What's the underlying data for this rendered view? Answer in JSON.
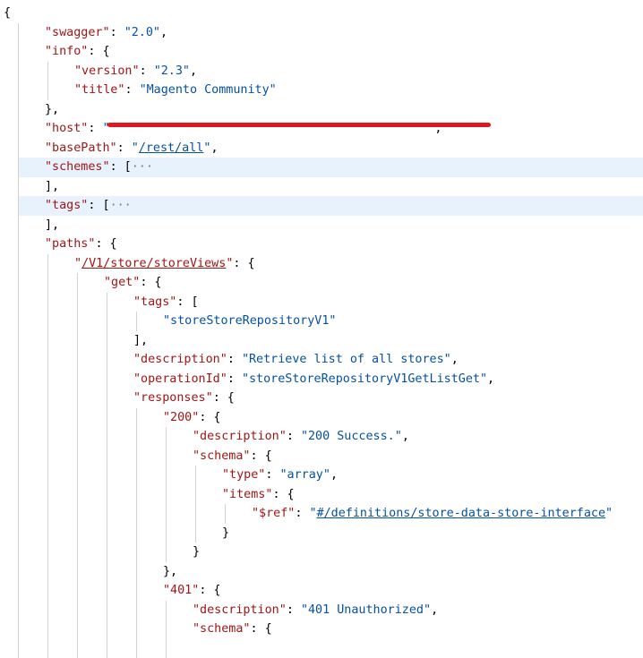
{
  "editor": {
    "lines": [
      {
        "indent": 0,
        "tokens": [
          {
            "t": "{",
            "c": "punc"
          }
        ]
      },
      {
        "indent": 1,
        "tokens": [
          {
            "t": "\"swagger\"",
            "c": "key"
          },
          {
            "t": ": ",
            "c": "punc"
          },
          {
            "t": "\"2.0\"",
            "c": "str"
          },
          {
            "t": ",",
            "c": "punc"
          }
        ]
      },
      {
        "indent": 1,
        "tokens": [
          {
            "t": "\"info\"",
            "c": "key"
          },
          {
            "t": ": {",
            "c": "punc"
          }
        ]
      },
      {
        "indent": 2,
        "tokens": [
          {
            "t": "\"version\"",
            "c": "key"
          },
          {
            "t": ": ",
            "c": "punc"
          },
          {
            "t": "\"2.3\"",
            "c": "str"
          },
          {
            "t": ",",
            "c": "punc"
          }
        ]
      },
      {
        "indent": 2,
        "tokens": [
          {
            "t": "\"title\"",
            "c": "key"
          },
          {
            "t": ": ",
            "c": "punc"
          },
          {
            "t": "\"Magento Community\"",
            "c": "str"
          }
        ]
      },
      {
        "indent": 1,
        "tokens": [
          {
            "t": "},",
            "c": "punc"
          }
        ]
      },
      {
        "indent": 1,
        "redacted": true,
        "tokens": [
          {
            "t": "\"host\"",
            "c": "key"
          },
          {
            "t": ": ",
            "c": "punc"
          },
          {
            "t": "\"",
            "c": "str"
          },
          {
            "t": "                                            ",
            "c": "ghost"
          },
          {
            "t": "\"",
            "c": "str"
          },
          {
            "t": ",",
            "c": "punc"
          }
        ]
      },
      {
        "indent": 1,
        "tokens": [
          {
            "t": "\"basePath\"",
            "c": "key"
          },
          {
            "t": ": ",
            "c": "punc"
          },
          {
            "t": "\"",
            "c": "str"
          },
          {
            "t": "/rest/all",
            "c": "link"
          },
          {
            "t": "\"",
            "c": "str"
          },
          {
            "t": ",",
            "c": "punc"
          }
        ]
      },
      {
        "indent": 1,
        "hl": true,
        "tokens": [
          {
            "t": "\"schemes\"",
            "c": "key"
          },
          {
            "t": ": [",
            "c": "punc"
          },
          {
            "t": "···",
            "c": "fold"
          }
        ]
      },
      {
        "indent": 1,
        "tokens": [
          {
            "t": "],",
            "c": "punc"
          }
        ]
      },
      {
        "indent": 1,
        "hl": true,
        "tokens": [
          {
            "t": "\"tags\"",
            "c": "key"
          },
          {
            "t": ": [",
            "c": "punc"
          },
          {
            "t": "···",
            "c": "fold"
          }
        ]
      },
      {
        "indent": 1,
        "tokens": [
          {
            "t": "],",
            "c": "punc"
          }
        ]
      },
      {
        "indent": 1,
        "tokens": [
          {
            "t": "\"paths\"",
            "c": "key"
          },
          {
            "t": ": {",
            "c": "punc"
          }
        ]
      },
      {
        "indent": 2,
        "tokens": [
          {
            "t": "\"",
            "c": "key"
          },
          {
            "t": "/V1/store/storeViews",
            "c": "linkkey"
          },
          {
            "t": "\"",
            "c": "key"
          },
          {
            "t": ": {",
            "c": "punc"
          }
        ]
      },
      {
        "indent": 3,
        "tokens": [
          {
            "t": "\"get\"",
            "c": "key"
          },
          {
            "t": ": {",
            "c": "punc"
          }
        ]
      },
      {
        "indent": 4,
        "tokens": [
          {
            "t": "\"tags\"",
            "c": "key"
          },
          {
            "t": ": [",
            "c": "punc"
          }
        ]
      },
      {
        "indent": 5,
        "tokens": [
          {
            "t": "\"storeStoreRepositoryV1\"",
            "c": "str"
          }
        ]
      },
      {
        "indent": 4,
        "tokens": [
          {
            "t": "],",
            "c": "punc"
          }
        ]
      },
      {
        "indent": 4,
        "tokens": [
          {
            "t": "\"description\"",
            "c": "key"
          },
          {
            "t": ": ",
            "c": "punc"
          },
          {
            "t": "\"Retrieve list of all stores\"",
            "c": "str"
          },
          {
            "t": ",",
            "c": "punc"
          }
        ]
      },
      {
        "indent": 4,
        "tokens": [
          {
            "t": "\"operationId\"",
            "c": "key"
          },
          {
            "t": ": ",
            "c": "punc"
          },
          {
            "t": "\"storeStoreRepositoryV1GetListGet\"",
            "c": "str"
          },
          {
            "t": ",",
            "c": "punc"
          }
        ]
      },
      {
        "indent": 4,
        "tokens": [
          {
            "t": "\"responses\"",
            "c": "key"
          },
          {
            "t": ": {",
            "c": "punc"
          }
        ]
      },
      {
        "indent": 5,
        "tokens": [
          {
            "t": "\"200\"",
            "c": "key"
          },
          {
            "t": ": {",
            "c": "punc"
          }
        ]
      },
      {
        "indent": 6,
        "tokens": [
          {
            "t": "\"description\"",
            "c": "key"
          },
          {
            "t": ": ",
            "c": "punc"
          },
          {
            "t": "\"200 Success.\"",
            "c": "str"
          },
          {
            "t": ",",
            "c": "punc"
          }
        ]
      },
      {
        "indent": 6,
        "tokens": [
          {
            "t": "\"schema\"",
            "c": "key"
          },
          {
            "t": ": {",
            "c": "punc"
          }
        ]
      },
      {
        "indent": 7,
        "tokens": [
          {
            "t": "\"type\"",
            "c": "key"
          },
          {
            "t": ": ",
            "c": "punc"
          },
          {
            "t": "\"array\"",
            "c": "str"
          },
          {
            "t": ",",
            "c": "punc"
          }
        ]
      },
      {
        "indent": 7,
        "tokens": [
          {
            "t": "\"items\"",
            "c": "key"
          },
          {
            "t": ": {",
            "c": "punc"
          }
        ]
      },
      {
        "indent": 8,
        "tokens": [
          {
            "t": "\"$ref\"",
            "c": "key"
          },
          {
            "t": ": ",
            "c": "punc"
          },
          {
            "t": "\"",
            "c": "str"
          },
          {
            "t": "#/definitions/store-data-store-interface",
            "c": "link"
          },
          {
            "t": "\"",
            "c": "str"
          }
        ]
      },
      {
        "indent": 7,
        "tokens": [
          {
            "t": "}",
            "c": "punc"
          }
        ]
      },
      {
        "indent": 6,
        "tokens": [
          {
            "t": "}",
            "c": "punc"
          }
        ]
      },
      {
        "indent": 5,
        "tokens": [
          {
            "t": "},",
            "c": "punc"
          }
        ]
      },
      {
        "indent": 5,
        "tokens": [
          {
            "t": "\"401\"",
            "c": "key"
          },
          {
            "t": ": {",
            "c": "punc"
          }
        ]
      },
      {
        "indent": 6,
        "tokens": [
          {
            "t": "\"description\"",
            "c": "key"
          },
          {
            "t": ": ",
            "c": "punc"
          },
          {
            "t": "\"401 Unauthorized\"",
            "c": "str"
          },
          {
            "t": ",",
            "c": "punc"
          }
        ]
      },
      {
        "indent": 6,
        "tokens": [
          {
            "t": "\"schema\"",
            "c": "key"
          },
          {
            "t": ": {",
            "c": "punc"
          }
        ]
      },
      {
        "indent": 6,
        "tokens": []
      }
    ]
  },
  "colors": {
    "key": "#a31515",
    "string": "#0451a5",
    "highlight": "#e8f2fc",
    "redaction": "#e0181c"
  }
}
